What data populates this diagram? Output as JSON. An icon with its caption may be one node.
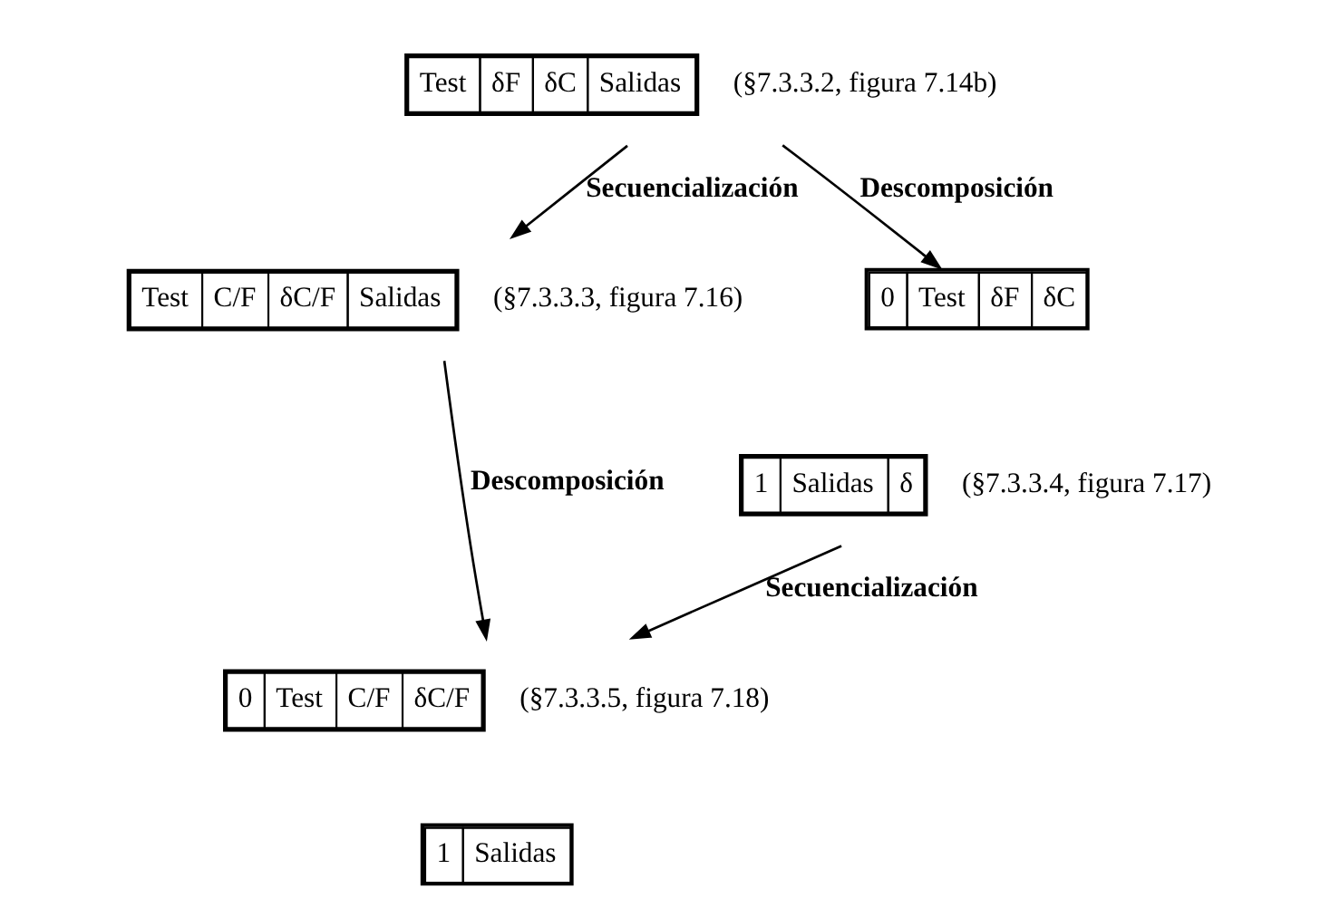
{
  "diagram": {
    "nodes": [
      {
        "text": [
          "Test",
          "δF",
          "δC",
          "Salidas"
        ],
        "beside": [
          "(§7.3.3.2, figura 7.14b)"
        ]
      },
      {
        "text": [
          "Test",
          "C/F",
          "δC/F",
          "Salidas"
        ],
        "beside": [
          "(§7.3.3.3, figura 7.16)"
        ]
      },
      {
        "text": [
          "0",
          "Test",
          "δF",
          "δC"
        ]
      },
      {
        "text": [
          "1",
          "Salidas",
          "δ"
        ],
        "beside": [
          "(§7.3.3.4, figura 7.17)"
        ]
      },
      {
        "text": [
          "0",
          "Test",
          "C/F",
          "δC/F"
        ],
        "beside": [
          "(§7.3.3.5, figura 7.18)"
        ]
      },
      {
        "text": [
          "1",
          "Salidas"
        ]
      }
    ],
    "edges": [
      {
        "from": 0,
        "to": 1,
        "arrow": "to",
        "label": "Secuencialización"
      },
      {
        "from": 0,
        "to": 2,
        "arrow": "to",
        "label": "Descomposición"
      },
      {
        "from": 1,
        "to": 4,
        "arrow": "to",
        "label": "Descomposición"
      },
      {
        "from": 3,
        "to": 4,
        "arrow": "to",
        "label": "Secuencialización"
      }
    ]
  }
}
